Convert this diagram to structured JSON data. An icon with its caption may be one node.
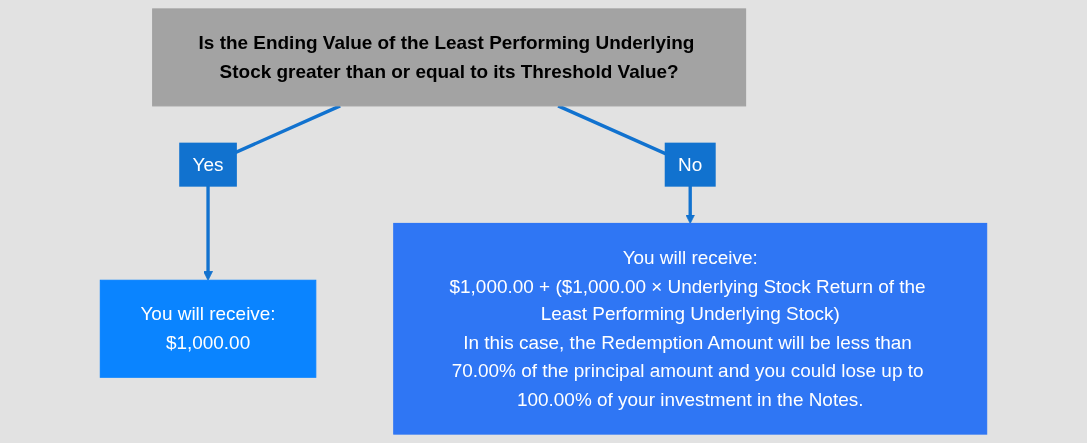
{
  "diagram": {
    "nodes": [
      {
        "text": [
          "Is the Ending Value of the Least Performing Underlying Stock greater than or equal to its Threshold Value?"
        ]
      },
      {
        "text": [
          "You will receive:",
          "$1,000.00"
        ]
      },
      {
        "text": [
          "You will receive:",
          "$1,000.00 + ($1,000.00 × Underlying Stock Return of the Least Performing Underlying Stock)",
          "In this case, the Redemption Amount will be less than 70.00% of the principal amount and you could lose up to 100.00% of your investment in the Notes."
        ]
      }
    ],
    "edges": [
      {
        "from": 0,
        "to": 1,
        "arrow": "to",
        "label": "Yes"
      },
      {
        "from": 0,
        "to": 2,
        "arrow": "to",
        "label": "No"
      }
    ]
  }
}
